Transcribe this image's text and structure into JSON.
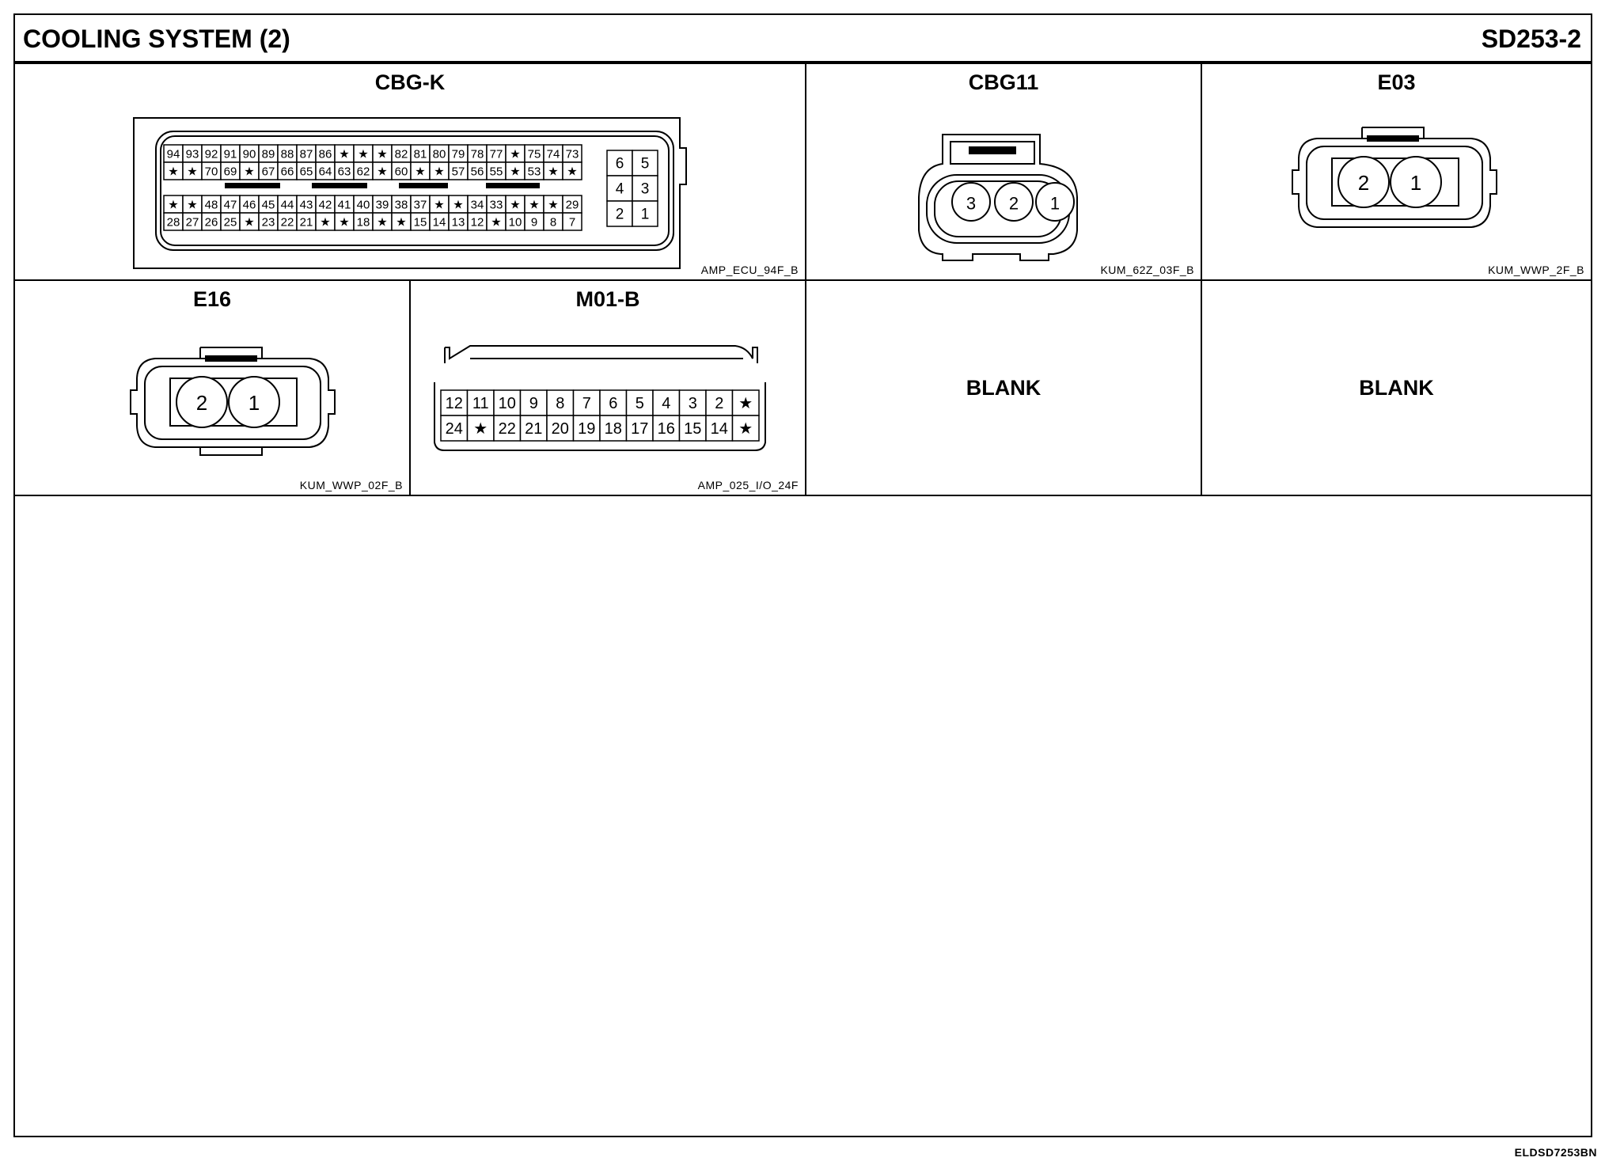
{
  "header": {
    "title": "COOLING SYSTEM (2)",
    "code": "SD253-2"
  },
  "connectors": {
    "cbgk": {
      "name": "CBG-K",
      "code": "AMP_ECU_94F_B",
      "rows": [
        [
          "94",
          "93",
          "92",
          "91",
          "90",
          "89",
          "88",
          "87",
          "86",
          "★",
          "★",
          "★",
          "82",
          "81",
          "80",
          "79",
          "78",
          "77",
          "★",
          "75",
          "74",
          "73"
        ],
        [
          "★",
          "★",
          "70",
          "69",
          "★",
          "67",
          "66",
          "65",
          "64",
          "63",
          "62",
          "★",
          "60",
          "★",
          "★",
          "57",
          "56",
          "55",
          "★",
          "53",
          "★",
          "★"
        ],
        [
          "★",
          "★",
          "48",
          "47",
          "46",
          "45",
          "44",
          "43",
          "42",
          "41",
          "40",
          "39",
          "38",
          "37",
          "★",
          "★",
          "34",
          "33",
          "★",
          "★",
          "★",
          "29"
        ],
        [
          "28",
          "27",
          "26",
          "25",
          "★",
          "23",
          "22",
          "21",
          "★",
          "★",
          "18",
          "★",
          "★",
          "15",
          "14",
          "13",
          "12",
          "★",
          "10",
          "9",
          "8",
          "7"
        ]
      ],
      "side": [
        [
          "6",
          "5"
        ],
        [
          "4",
          "3"
        ],
        [
          "2",
          "1"
        ]
      ]
    },
    "cbg11": {
      "name": "CBG11",
      "code": "KUM_62Z_03F_B",
      "pins": [
        "3",
        "2",
        "1"
      ]
    },
    "e03": {
      "name": "E03",
      "code": "KUM_WWP_2F_B",
      "pins": [
        "2",
        "1"
      ]
    },
    "e16": {
      "name": "E16",
      "code": "KUM_WWP_02F_B",
      "pins": [
        "2",
        "1"
      ]
    },
    "m01b": {
      "name": "M01-B",
      "code": "AMP_025_I/O_24F",
      "rows": [
        [
          "12",
          "11",
          "10",
          "9",
          "8",
          "7",
          "6",
          "5",
          "4",
          "3",
          "2",
          "★"
        ],
        [
          "24",
          "★",
          "22",
          "21",
          "20",
          "19",
          "18",
          "17",
          "16",
          "15",
          "14",
          "★"
        ]
      ]
    },
    "blank1": {
      "name": "BLANK"
    },
    "blank2": {
      "name": "BLANK"
    }
  },
  "footer": {
    "id": "ELDSD7253BN"
  }
}
